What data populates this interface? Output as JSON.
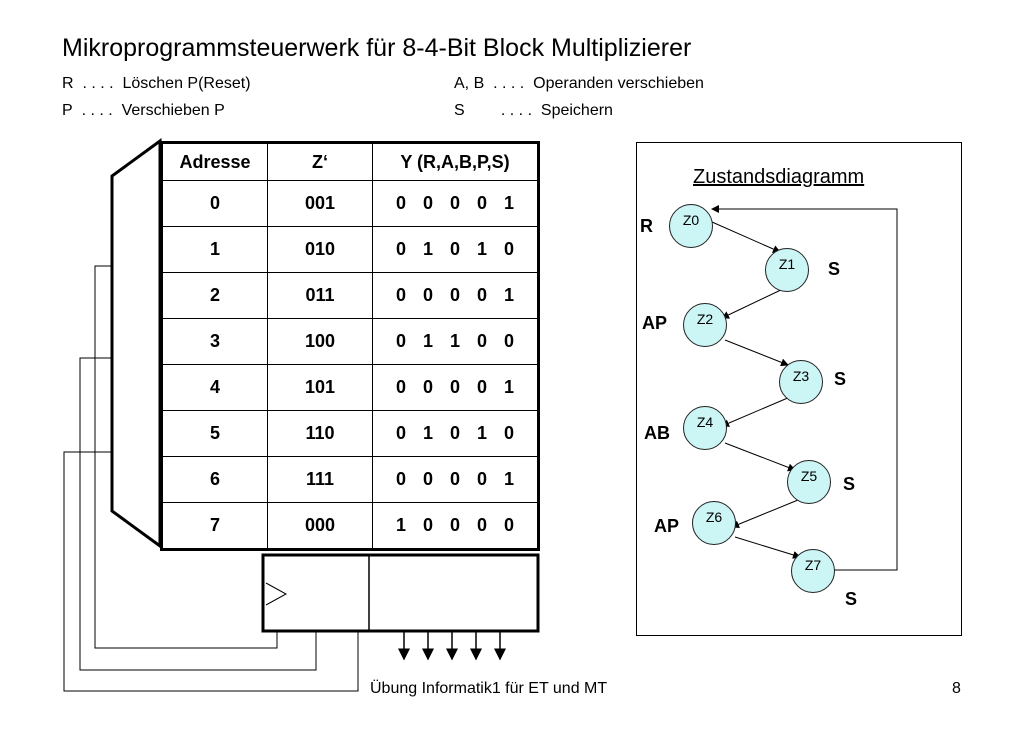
{
  "title": "Mikroprogrammsteuerwerk für 8-4-Bit Block Multiplizierer",
  "legend": [
    {
      "key": "R",
      "dots": ". . . .",
      "text": "Löschen P(Reset)"
    },
    {
      "key": "P",
      "dots": ". . . .",
      "text": "Verschieben P"
    },
    {
      "key": "A, B",
      "dots": ". . . .",
      "text": "Operanden verschieben"
    },
    {
      "key": "S",
      "dots": ". . . .",
      "text": "Speichern"
    }
  ],
  "table": {
    "headers": [
      "Adresse",
      "Z‘",
      "Y (R,A,B,P,S)"
    ],
    "rows": [
      [
        "0",
        "001",
        "0 0 0 0 1"
      ],
      [
        "1",
        "010",
        "0 1 0 1 0"
      ],
      [
        "2",
        "011",
        "0 0 0 0 1"
      ],
      [
        "3",
        "100",
        "0 1 1 0 0"
      ],
      [
        "4",
        "101",
        "0 0 0 0 1"
      ],
      [
        "5",
        "110",
        "0 1 0 1 0"
      ],
      [
        "6",
        "111",
        "0 0 0 0 1"
      ],
      [
        "7",
        "000",
        "1 0 0 0 0"
      ]
    ]
  },
  "diagram": {
    "title": "Zustandsdiagramm",
    "states": [
      {
        "name": "Z0",
        "label": "R"
      },
      {
        "name": "Z1",
        "label": "S"
      },
      {
        "name": "Z2",
        "label": "AP"
      },
      {
        "name": "Z3",
        "label": "S"
      },
      {
        "name": "Z4",
        "label": "AB"
      },
      {
        "name": "Z5",
        "label": "S"
      },
      {
        "name": "Z6",
        "label": "AP"
      },
      {
        "name": "Z7",
        "label": "S"
      }
    ]
  },
  "footer": "Übung Informatik1 für ET und MT",
  "page_number": "8"
}
